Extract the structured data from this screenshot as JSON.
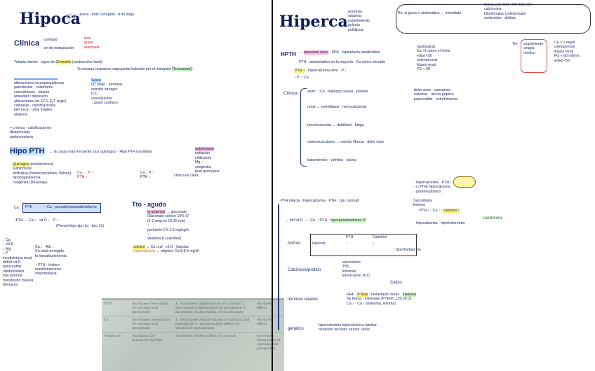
{
  "left": {
    "title": "Hipoca",
    "title_note": "[Ca]",
    "clinica_label": "Clínica",
    "clinica_items": [
      "cantidad",
      "vel de instauración"
    ],
    "tetania": "Tetania latente",
    "hipoptH_title": "Hipo PTH",
    "tto_label": "Tto - agudo",
    "ca_item": "Ca",
    "pth_box": "PTH",
    "gluconato": "gluconato",
    "cronico": "crónico",
    "cronico_tail": "Hipercalciuria"
  },
  "right": {
    "title": "Hiperca",
    "hpth": "HPTH",
    "clinica": "Clínica",
    "tto": "Tto",
    "pth_label": "PTH intacta",
    "vitd": "déf vit D",
    "fosforo": "fósforo",
    "calcio": "Calcio",
    "calcitonina": "calcitonina",
    "table_headers": [
      "",
      "PTH",
      "Calcitriol"
    ],
    "table_row_label": "Hipocalc",
    "otras": "Calcinosis/protéin",
    "tumores": "tumores renales",
    "genetico": "genético"
  },
  "photo_table": {
    "rows": [
      [
        "PTH",
        "Increases resorption of calcium and phosphate",
        "1. Increases reabsorption of calcium 2. Decreases reabsorption of phosphate 3. Increases reabsorption of bicarbonate",
        "No direct effect"
      ],
      [
        "CT",
        "Decreases resorption of calcium and phosphate",
        "1. Decreases reabsorption of calcium and phosphate 2. Questionable effect on vitamin D metabolism",
        "No direct effect"
      ],
      [
        "Vitamin D",
        "Maintain Ca²⁺ transport system",
        "Increases reabsorption of calcium",
        "Increases absorption of calcium and phosphate"
      ]
    ]
  }
}
